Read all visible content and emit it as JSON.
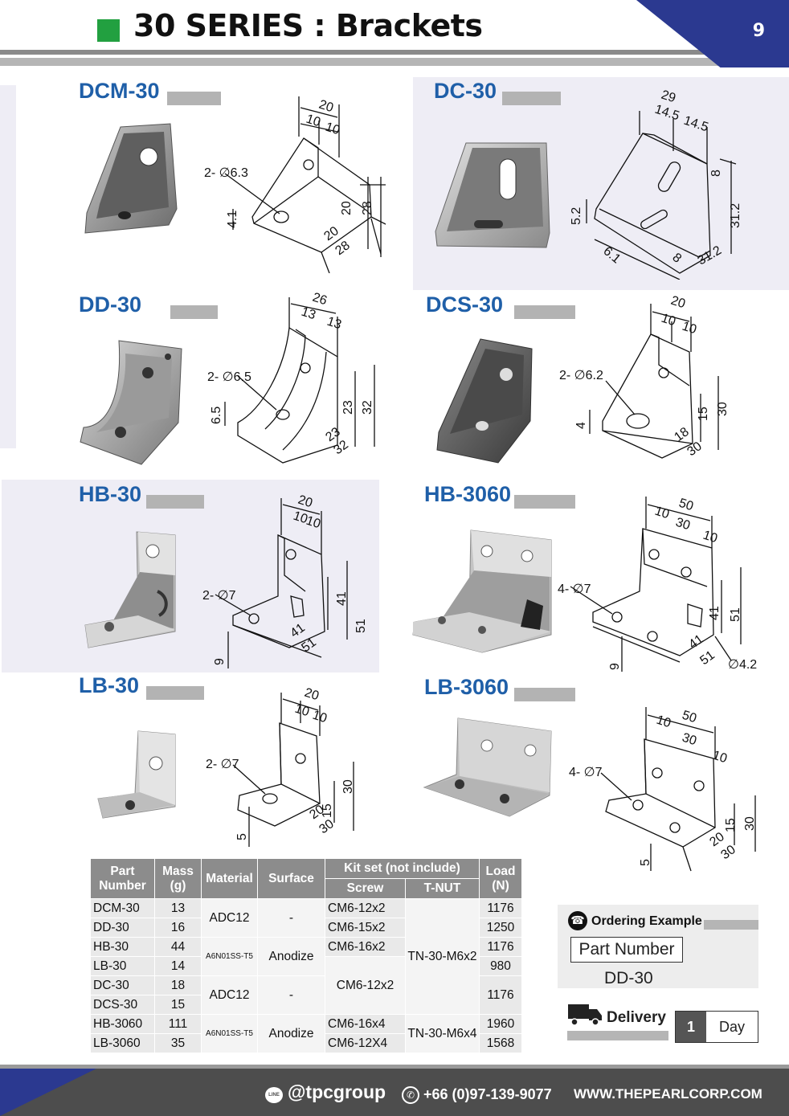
{
  "header": {
    "title": "30 SERIES : Brackets",
    "page_number": "9"
  },
  "products": [
    {
      "id": "dcm30",
      "name": "DCM-30",
      "hole": "2- ∅6.3",
      "dims": [
        "20",
        "10",
        "10",
        "20",
        "28",
        "4.1",
        "20",
        "28"
      ]
    },
    {
      "id": "dc30",
      "name": "DC-30",
      "dims": [
        "29",
        "14.5",
        "14.5",
        "8",
        "31.2",
        "5.2",
        "6.1",
        "8",
        "31.2"
      ]
    },
    {
      "id": "dd30",
      "name": "DD-30",
      "hole": "2- ∅6.5",
      "dims": [
        "26",
        "13",
        "13",
        "6.5",
        "23",
        "32",
        "23",
        "32"
      ]
    },
    {
      "id": "dcs30",
      "name": "DCS-30",
      "hole": "2- ∅6.2",
      "dims": [
        "20",
        "10",
        "10",
        "4",
        "15",
        "30",
        "18",
        "30"
      ]
    },
    {
      "id": "hb30",
      "name": "HB-30",
      "hole": "2- ∅7",
      "dims": [
        "20",
        "10",
        "10",
        "41",
        "51",
        "9",
        "41",
        "51"
      ]
    },
    {
      "id": "hb3060",
      "name": "HB-3060",
      "hole": "4- ∅7",
      "dims": [
        "50",
        "10",
        "30",
        "10",
        "41",
        "51",
        "9",
        "41",
        "51",
        "∅4.2"
      ]
    },
    {
      "id": "lb30",
      "name": "LB-30",
      "hole": "2- ∅7",
      "dims": [
        "20",
        "10",
        "10",
        "5",
        "15",
        "30",
        "20",
        "30"
      ]
    },
    {
      "id": "lb3060",
      "name": "LB-3060",
      "hole": "4- ∅7",
      "dims": [
        "50",
        "10",
        "30",
        "10",
        "5",
        "15",
        "30",
        "20",
        "30"
      ]
    }
  ],
  "table": {
    "headers": {
      "part": [
        "Part",
        "Number"
      ],
      "mass": [
        "Mass",
        "(g)"
      ],
      "material": "Material",
      "surface": "Surface",
      "kit": "Kit set (not include)",
      "screw": "Screw",
      "tnut": "T-NUT",
      "load": [
        "Load",
        "(N)"
      ]
    },
    "rows": [
      {
        "part": "DCM-30",
        "mass": "13",
        "screw": "CM6-12x2",
        "load": "1176"
      },
      {
        "part": "DD-30",
        "mass": "16",
        "screw": "CM6-15x2",
        "load": "1250"
      },
      {
        "part": "HB-30",
        "mass": "44",
        "screw": "CM6-16x2",
        "load": "1176"
      },
      {
        "part": "LB-30",
        "mass": "14",
        "load": "980"
      },
      {
        "part": "DC-30",
        "mass": "18",
        "screw": "CM6-12x2",
        "load": "1176"
      },
      {
        "part": "DCS-30",
        "mass": "15"
      },
      {
        "part": "HB-3060",
        "mass": "111",
        "screw": "CM6-16x4",
        "load": "1960"
      },
      {
        "part": "LB-3060",
        "mass": "35",
        "screw": "CM6-12X4",
        "load": "1568"
      }
    ],
    "groups": {
      "mat_a": "ADC12",
      "surf_a": "-",
      "mat_b": "A6N01SS-T5",
      "surf_b": "Anodize",
      "mat_c": "ADC12",
      "surf_c": "-",
      "mat_d": "A6N01SS-T5",
      "surf_d": "Anodize",
      "tnut_a": "TN-30-M6x2",
      "tnut_b": "TN-30-M6x4"
    }
  },
  "ordering": {
    "title": "Ordering Example",
    "label": "Part Number",
    "value": "DD-30"
  },
  "delivery": {
    "label": "Delivery",
    "number": "1",
    "unit": "Day"
  },
  "footer": {
    "line_badge": "LINE",
    "social": "@tpcgroup",
    "phone": "+66 (0)97-139-9077",
    "website": "WWW.THEPEARLCORP.COM"
  }
}
